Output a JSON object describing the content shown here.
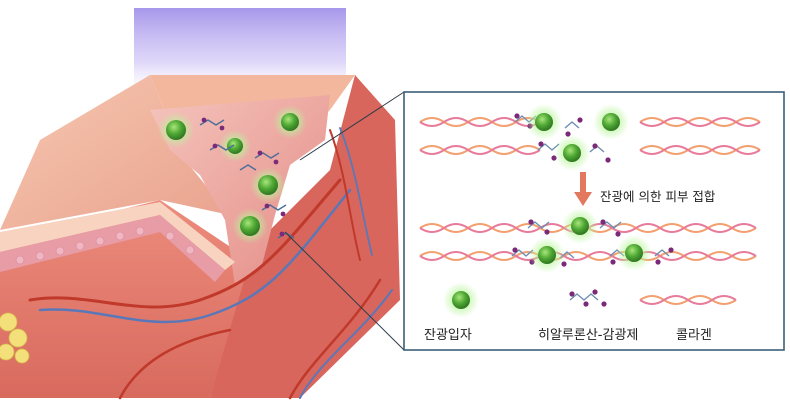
{
  "step_label": "잔광에 의한 피부 접합",
  "legend": {
    "particle": "잔광입자",
    "conjugate": "히알루론산-감광제",
    "collagen": "콜라겐"
  },
  "colors": {
    "light_beam": "#b8a6f0",
    "particle_green": "#3d9b2c",
    "particle_glow": "#b9f59a",
    "collagen_orange": "#f2a070",
    "collagen_pink": "#e87a9a",
    "hyaluronic_purple": "#7a2a78",
    "panel_border": "#3b5f7a",
    "arrow": "#e2785e",
    "skin_surface": "#f0b9a0",
    "dermis_red": "#e07a6c"
  }
}
